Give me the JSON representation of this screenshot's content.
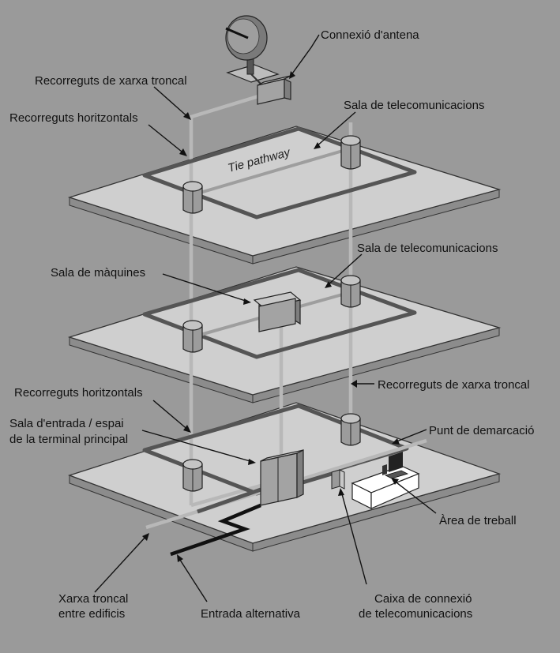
{
  "labels": {
    "antenna_connection": "Connexió d'antena",
    "backbone_top": "Recorreguts de xarxa troncal",
    "horizontal_top": "Recorreguts horitzontals",
    "telecom_room_top": "Sala de telecomunicacions",
    "tie_pathway": "Tie pathway",
    "telecom_room_middle": "Sala de telecomunicacions",
    "equipment_room": "Sala de màquines",
    "backbone_right": "Recorreguts de xarxa troncal",
    "horizontal_bottom": "Recorreguts horitzontals",
    "entrance_line1": "Sala d'entrada / espai",
    "entrance_line2": "de la terminal principal",
    "demarcation_point": "Punt de demarcació",
    "work_area": "Àrea de treball",
    "campus_backbone_line1": "Xarxa troncal",
    "campus_backbone_line2": "entre edificis",
    "alternate_entrance": "Entrada alternativa",
    "outlet_line1": "Caixa de connexió",
    "outlet_line2": "de telecomunicacions"
  },
  "icons": {
    "antenna": "satellite-dish-icon",
    "telecom_closet": "closet-cylinder-icon",
    "workstation": "desk-computer-icon"
  },
  "colors": {
    "background": "#9a9a9a",
    "floor": "#cfcfcf",
    "horizontal_pathway": "#555555",
    "backbone_pathway": "#b8b8b8",
    "alternate_entrance": "#111111"
  }
}
